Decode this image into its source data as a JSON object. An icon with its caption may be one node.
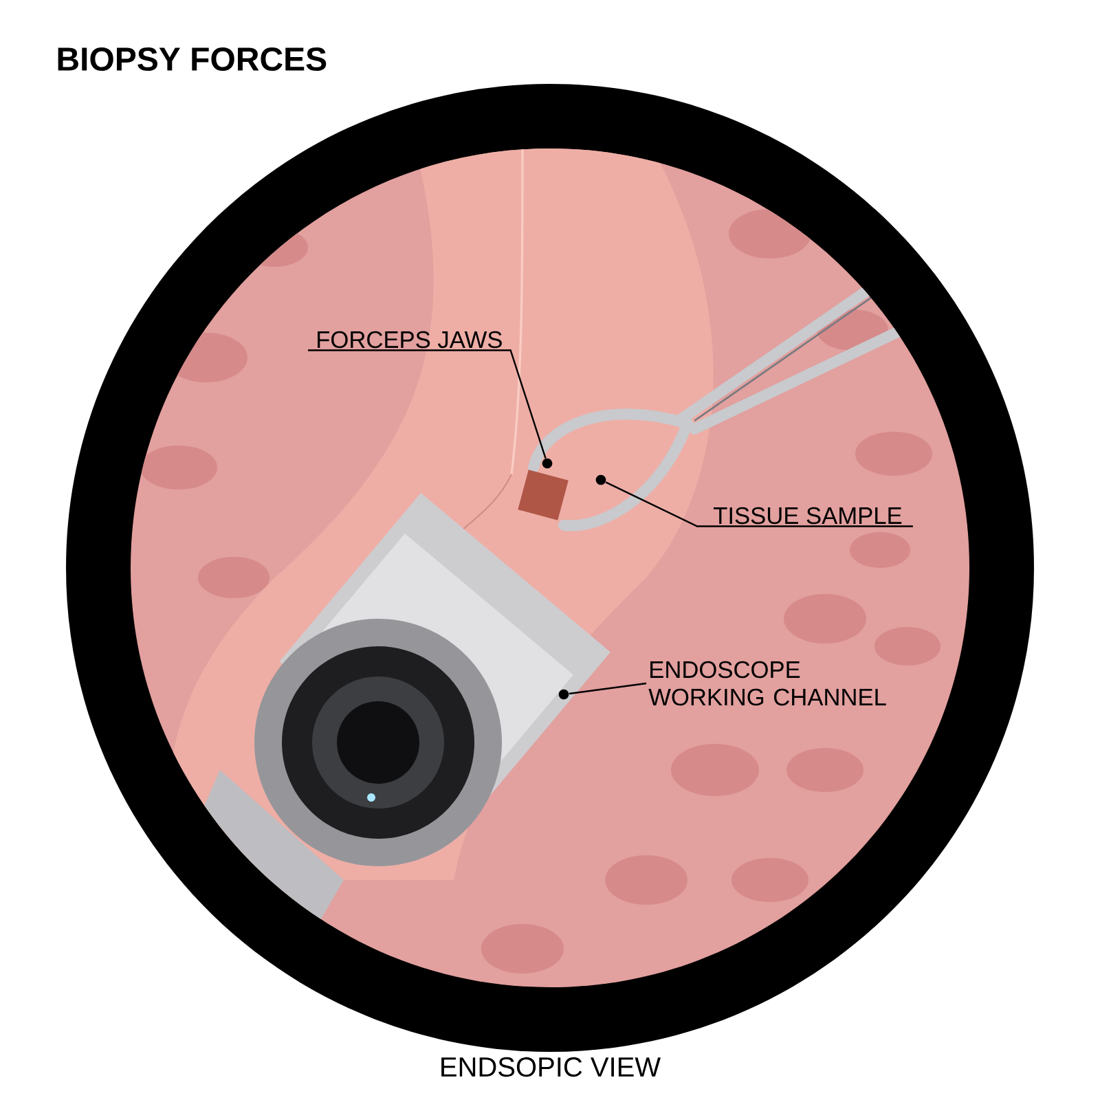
{
  "diagram": {
    "title": "BIOPSY FORCES",
    "caption": "ENDSOPIC VIEW",
    "nodes": [
      {
        "text": [
          "FORCEPS JAWS"
        ]
      },
      {
        "text": [],
        "shape": "circle"
      },
      {
        "text": [
          "TISSUE SAMPLE"
        ]
      },
      {
        "text": [],
        "shape": "circle"
      },
      {
        "text": [
          "ENDOSCOPE WORKING CHANNEL"
        ]
      },
      {
        "text": [],
        "shape": "circle"
      }
    ],
    "edges": [
      {
        "from": 0,
        "to": 1,
        "arrow": "none"
      },
      {
        "from": 2,
        "to": 3,
        "arrow": "none"
      },
      {
        "from": 4,
        "to": 5,
        "arrow": "none"
      }
    ]
  }
}
